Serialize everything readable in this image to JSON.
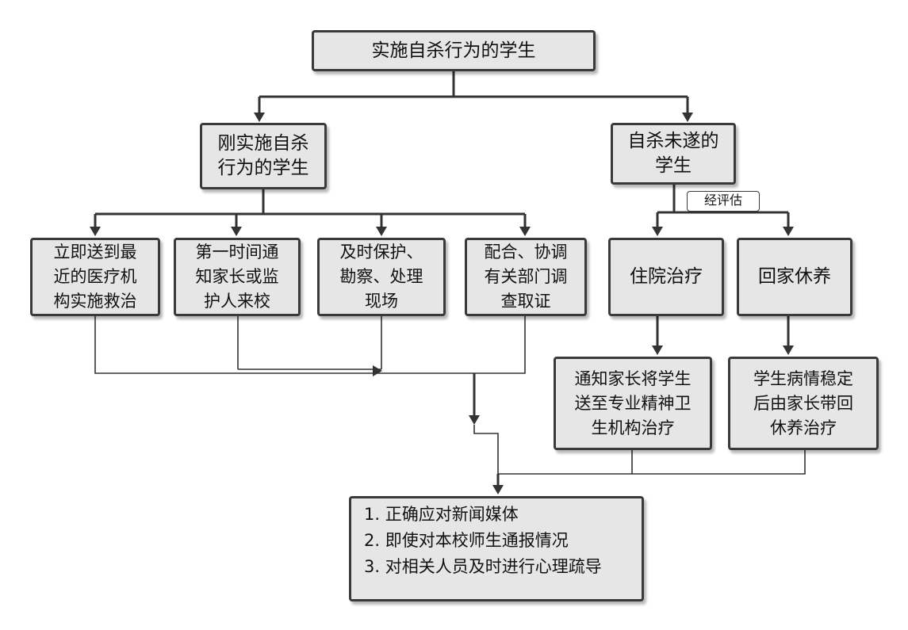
{
  "root": "实施自杀行为的学生",
  "branch_left": "刚实施自杀\n行为的学生",
  "branch_right": "自杀未遂的\n学生",
  "assess_label": "经评估",
  "left_actions": [
    "立即送到最\n近的医疗机\n构实施救治",
    "第一时间通\n知家长或监\n护人来校",
    "及时保护、\n勘察、处理\n现场",
    "配合、协调\n有关部门调\n查取证"
  ],
  "right_options": [
    "住院治疗",
    "回家休养"
  ],
  "right_details": [
    "通知家长将学生\n送至专业精神卫\n生机构治疗",
    "学生病情稳定\n后由家长带回\n休养治疗"
  ],
  "final_steps": [
    "1. 正确应对新闻媒体",
    "2. 即使对本校师生通报情况",
    "3. 对相关人员及时进行心理疏导"
  ]
}
